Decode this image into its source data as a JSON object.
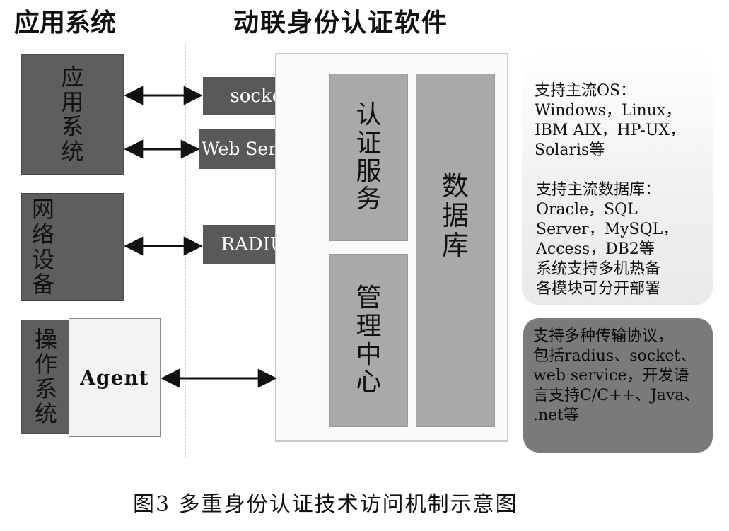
{
  "headings": {
    "left": "应用系统",
    "center": "动联身份认证软件"
  },
  "left_blocks": {
    "app_system": "应用系统",
    "network_device": "网络设备",
    "os": "操作系统",
    "agent": "Agent"
  },
  "protocols": {
    "socket": "socket",
    "web_service": "Web Service",
    "radius": "RADIUS"
  },
  "software": {
    "auth_service": "认证服务",
    "mgmt_center": "管理中心",
    "database": "数据库"
  },
  "notes": {
    "os_support": "支持主流OS：\nWindows，Linux，\nIBM AIX，HP-UX，\nSolaris等",
    "db_support": "支持主流数据库：\nOracle，SQL\nServer，MySQL，\nAccess，DB2等\n系统支持多机热备\n各模块可分开部署",
    "protocol_support": "支持多种传输协议，\n包括radius、socket、\nweb service，开发语\n言支持C/C++、Java、\n.net等"
  },
  "caption": "图3   多重身份认证技术访问机制示意图",
  "colors": {
    "dark_box": "#5e5e5e",
    "mid_box": "#a9a9a9",
    "note_light": "#efefef",
    "note_dark": "#7a7a7a"
  }
}
